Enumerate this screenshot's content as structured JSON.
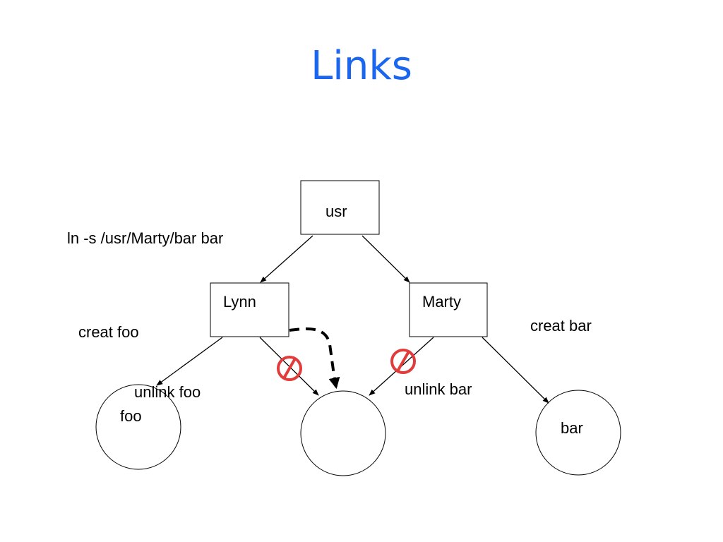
{
  "title": "Links",
  "nodes": {
    "usr": "usr",
    "lynn": "Lynn",
    "marty": "Marty",
    "foo": "foo",
    "bar": "bar"
  },
  "annotations": {
    "ln_command": "ln -s /usr/Marty/bar bar",
    "creat_foo": "creat foo",
    "creat_bar": "creat bar",
    "unlink_foo": "unlink foo",
    "unlink_bar": "unlink bar"
  },
  "colors": {
    "title": "#1a66ee",
    "prohibited": "#e23b3b",
    "line": "#000000"
  },
  "icons": {
    "prohibited": "prohibited-icon"
  }
}
